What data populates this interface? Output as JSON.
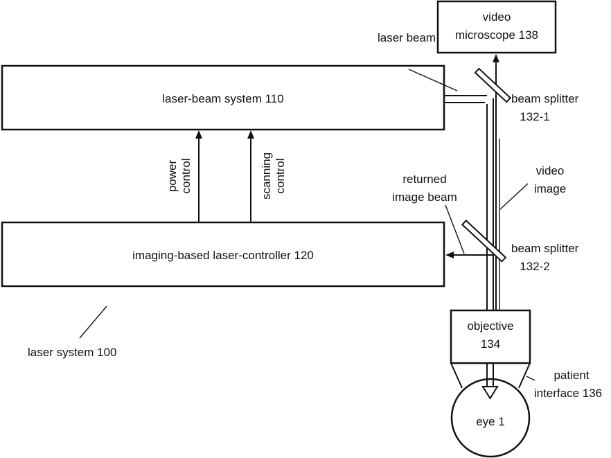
{
  "diagram": {
    "title": "laser system 100",
    "blocks": {
      "laser_beam_system": "laser-beam system 110",
      "laser_controller": "imaging-based laser-controller 120",
      "video_microscope": [
        "video",
        "microscope 138"
      ],
      "objective": [
        "objective",
        "134"
      ],
      "eye": "eye 1"
    },
    "signals": {
      "power_control": [
        "power",
        "control"
      ],
      "scanning_control": [
        "scanning",
        "control"
      ]
    },
    "labels": {
      "laser_beam": "laser beam",
      "beam_splitter_1": [
        "beam splitter",
        "132-1"
      ],
      "beam_splitter_2": [
        "beam splitter",
        "132-2"
      ],
      "returned_image_beam": [
        "returned",
        "image beam"
      ],
      "video_image": [
        "video",
        "image"
      ],
      "patient_interface": [
        "patient",
        "interface 136"
      ],
      "laser_system": "laser system 100"
    }
  }
}
